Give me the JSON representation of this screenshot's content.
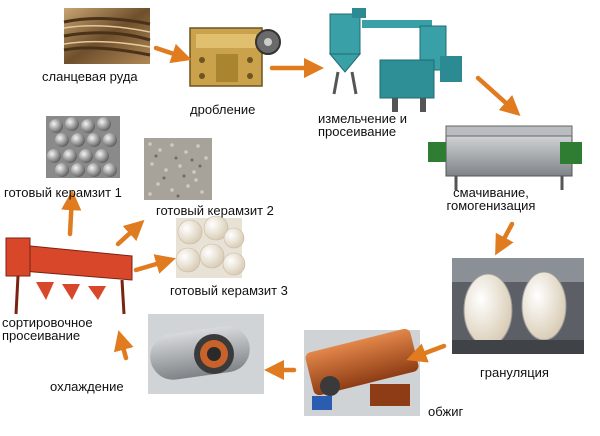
{
  "steps": {
    "ore": "сланцевая руда",
    "crushing": "дробление",
    "grinding_line1": "измельчение и",
    "grinding_line2": "просеивание",
    "mixing_line1": "смачивание,",
    "mixing_line2": "гомогенизация",
    "granulation": "грануляция",
    "firing": "обжиг",
    "cooling": "охлаждение",
    "sorting_line1": "сортировочное",
    "sorting_line2": "просеивание"
  },
  "products": {
    "p1": "готовый керамзит 1",
    "p2": "готовый керамзит 2",
    "p3": "готовый керамзит 3"
  },
  "colors": {
    "arrow": "#e07b1f",
    "kiln": "#c8612a",
    "mixer": "#8a8d91",
    "grinder": "#3aa0a8",
    "crusher": "#c9a24b",
    "screen": "#d9472b"
  }
}
